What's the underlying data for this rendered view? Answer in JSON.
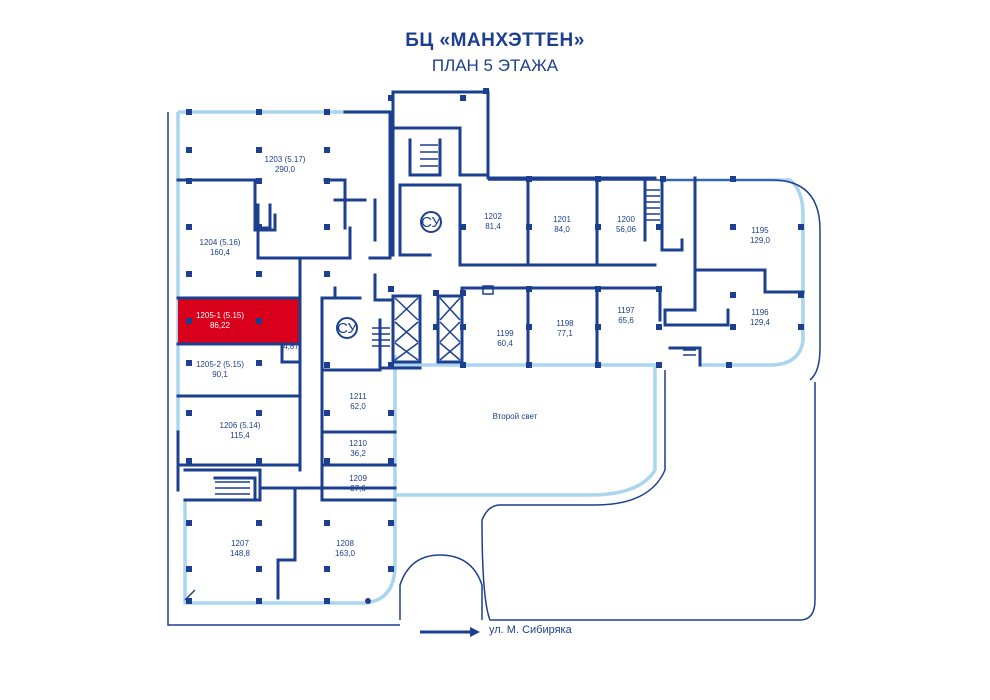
{
  "title": "БЦ «МАНХЭТТЕН»",
  "subtitle": "ПЛАН 5 ЭТАЖА",
  "colors": {
    "wall": "#1d3f8f",
    "glass": "#a9d5ee",
    "highlight": "#d9001b"
  },
  "rooms": [
    {
      "id": "r1203",
      "label": "1203 (5.17)",
      "area": "290,0",
      "highlighted": false
    },
    {
      "id": "r1204",
      "label": "1204 (5.16)",
      "area": "160,4",
      "highlighted": false
    },
    {
      "id": "r1205-1",
      "label": "1205-1 (5.15)",
      "area": "86,22",
      "highlighted": true
    },
    {
      "id": "r1205-2",
      "label": "1205-2 (5.15)",
      "area": "90,1",
      "highlighted": false
    },
    {
      "id": "r1206",
      "label": "1206 (5.14)",
      "area": "115,4",
      "highlighted": false
    },
    {
      "id": "r1207",
      "label": "1207",
      "area": "148,8",
      "highlighted": false
    },
    {
      "id": "r1208",
      "label": "1208",
      "area": "163,0",
      "highlighted": false
    },
    {
      "id": "r1209",
      "label": "1209",
      "area": "37,6",
      "highlighted": false
    },
    {
      "id": "r1210",
      "label": "1210",
      "area": "36,2",
      "highlighted": false
    },
    {
      "id": "r1211",
      "label": "1211",
      "area": "62,0",
      "highlighted": false
    },
    {
      "id": "r1202",
      "label": "1202",
      "area": "81,4",
      "highlighted": false
    },
    {
      "id": "r1201",
      "label": "1201",
      "area": "84,0",
      "highlighted": false
    },
    {
      "id": "r1200",
      "label": "1200",
      "area": "56,06",
      "highlighted": false
    },
    {
      "id": "r1195",
      "label": "1195",
      "area": "129,0",
      "highlighted": false
    },
    {
      "id": "r1196",
      "label": "1196",
      "area": "129,4",
      "highlighted": false
    },
    {
      "id": "r1197",
      "label": "1197",
      "area": "65,6",
      "highlighted": false
    },
    {
      "id": "r1198",
      "label": "1198",
      "area": "77,1",
      "highlighted": false
    },
    {
      "id": "r1199",
      "label": "1199",
      "area": "60,4",
      "highlighted": false
    }
  ],
  "small_area_label": "4,87",
  "atrium_label": "Второй свет",
  "wc_label": "СУ",
  "street_label": "ул. М. Сибиряка"
}
